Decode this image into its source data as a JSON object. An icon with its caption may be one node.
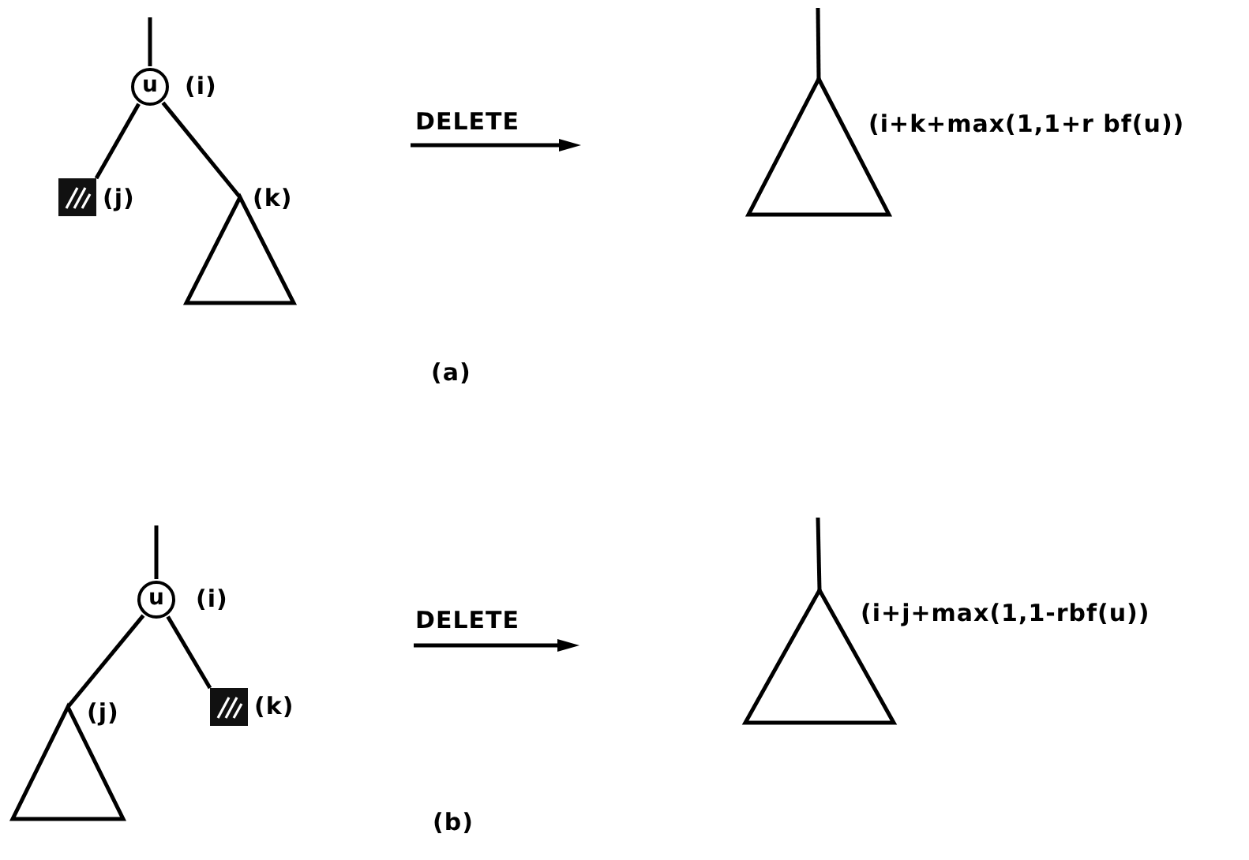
{
  "diagram": {
    "nodes": [
      {
        "text": [
          "u"
        ],
        "beside": [
          "(i)"
        ]
      },
      {
        "text": [],
        "shape": "box",
        "beside": [
          "(j)"
        ]
      },
      {
        "text": [],
        "shape": "triangle",
        "beside": [
          "(k)"
        ]
      },
      {
        "text": [],
        "shape": "triangle",
        "beside": [
          "(i+k+max(1,1+r bf(u))"
        ]
      },
      {
        "text": [
          "u"
        ],
        "beside": [
          "(i)"
        ]
      },
      {
        "text": [],
        "shape": "triangle",
        "beside": [
          "(j)"
        ]
      },
      {
        "text": [],
        "shape": "box",
        "beside": [
          "(k)"
        ]
      },
      {
        "text": [],
        "shape": "triangle",
        "beside": [
          "(i+j+max(1,1-rbf(u))"
        ]
      }
    ],
    "edges": [
      {
        "from": null,
        "to": 0,
        "arrow": "none"
      },
      {
        "from": 0,
        "to": 1,
        "arrow": "none"
      },
      {
        "from": 0,
        "to": 2,
        "arrow": "none"
      },
      {
        "from": null,
        "to": 3,
        "arrow": "none"
      },
      {
        "from": null,
        "to": 4,
        "arrow": "none"
      },
      {
        "from": 4,
        "to": 5,
        "arrow": "none"
      },
      {
        "from": 4,
        "to": 6,
        "arrow": "none"
      },
      {
        "from": null,
        "to": 7,
        "arrow": "none"
      }
    ],
    "labels": [
      "DELETE",
      "(a)",
      "DELETE",
      "(b)"
    ]
  }
}
